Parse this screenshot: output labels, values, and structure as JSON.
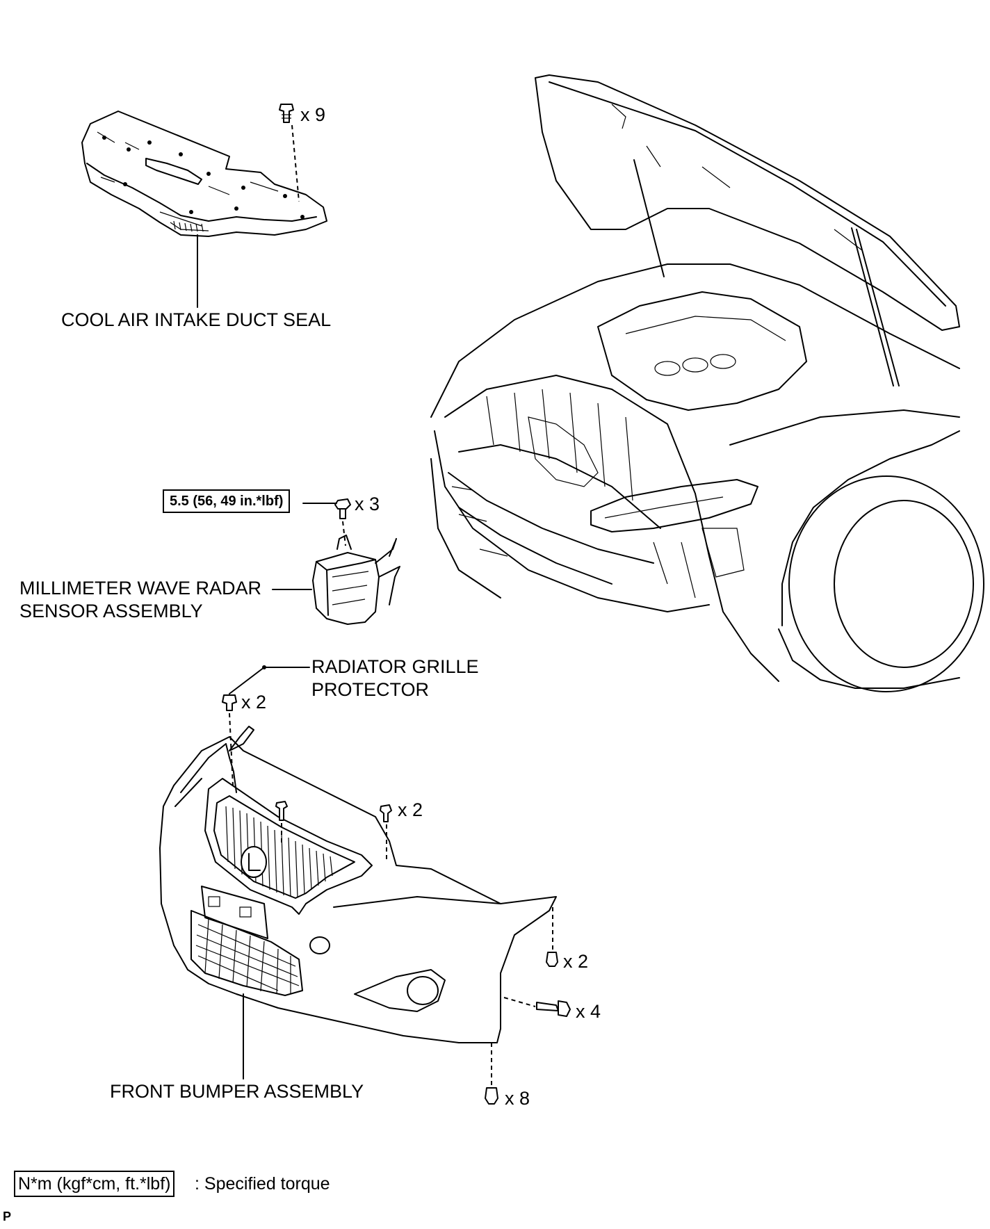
{
  "labels": {
    "cool_air_seal": "COOL AIR INTAKE DUCT SEAL",
    "radar_line1": "MILLIMETER WAVE RADAR",
    "radar_line2": "SENSOR ASSEMBLY",
    "grille_line1": "RADIATOR GRILLE",
    "grille_line2": "PROTECTOR",
    "front_bumper": "FRONT BUMPER ASSEMBLY"
  },
  "torque": {
    "radar_value": "5.5 (56, 49 in.*lbf)"
  },
  "quantities": {
    "seal_clips": "x 9",
    "radar_bolts": "x 3",
    "grille_clips": "x 2",
    "bumper_top_clips": "x 2",
    "bumper_side_screws": "x 2",
    "bumper_side_bolts": "x 4",
    "bumper_bottom_screws": "x 8"
  },
  "legend": {
    "box_text": "N*m (kgf*cm, ft.*lbf)",
    "description": ": Specified torque"
  },
  "corner_mark": "P"
}
